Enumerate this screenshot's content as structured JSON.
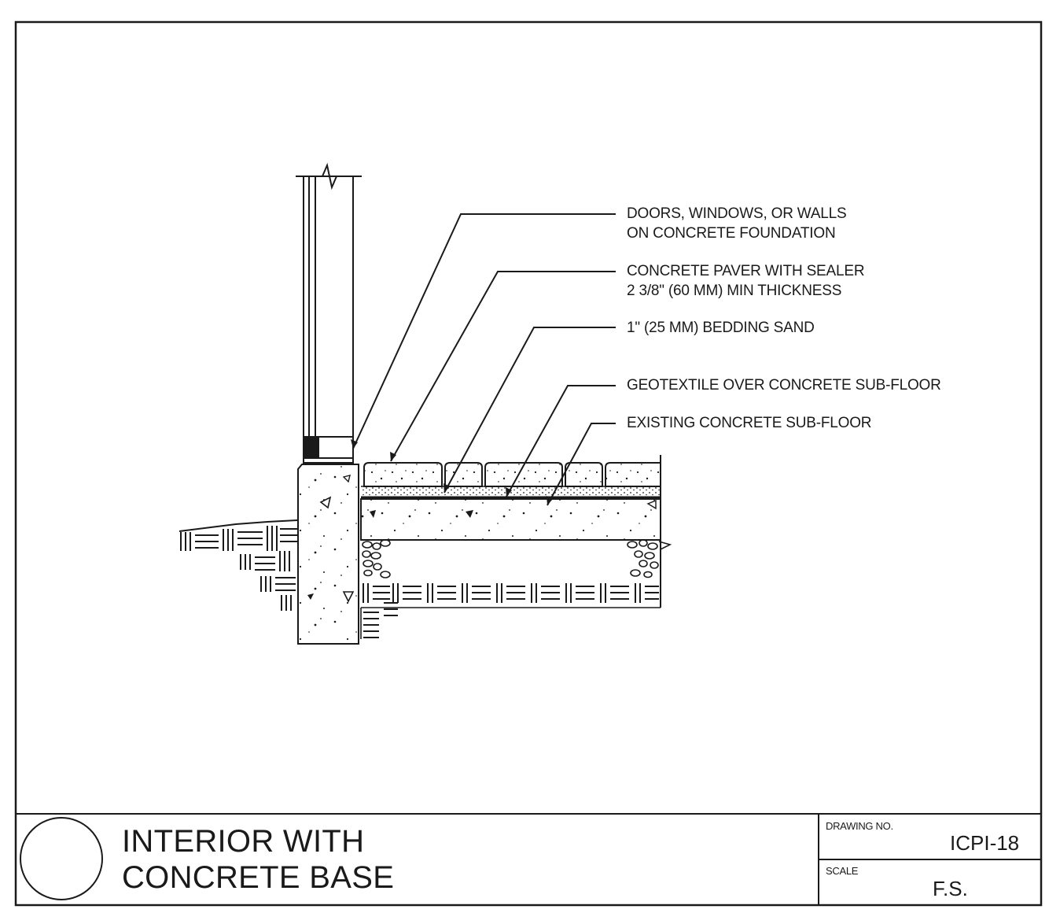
{
  "callouts": [
    {
      "line1": "DOORS, WINDOWS, OR WALLS",
      "line2": "ON CONCRETE FOUNDATION"
    },
    {
      "line1": "CONCRETE PAVER WITH SEALER",
      "line2": "2 3/8\" (60 MM) MIN THICKNESS"
    },
    {
      "line1": "1\" (25 MM) BEDDING SAND",
      "line2": ""
    },
    {
      "line1": "GEOTEXTILE OVER CONCRETE SUB-FLOOR",
      "line2": ""
    },
    {
      "line1": "EXISTING CONCRETE SUB-FLOOR",
      "line2": ""
    }
  ],
  "title_block": {
    "title_line1": "INTERIOR WITH",
    "title_line2": "CONCRETE BASE",
    "drawing_no_label": "DRAWING NO.",
    "drawing_no": "ICPI-18",
    "scale_label": "SCALE",
    "scale": "F.S."
  },
  "colors": {
    "line": "#1a1a1a",
    "background": "#ffffff"
  }
}
